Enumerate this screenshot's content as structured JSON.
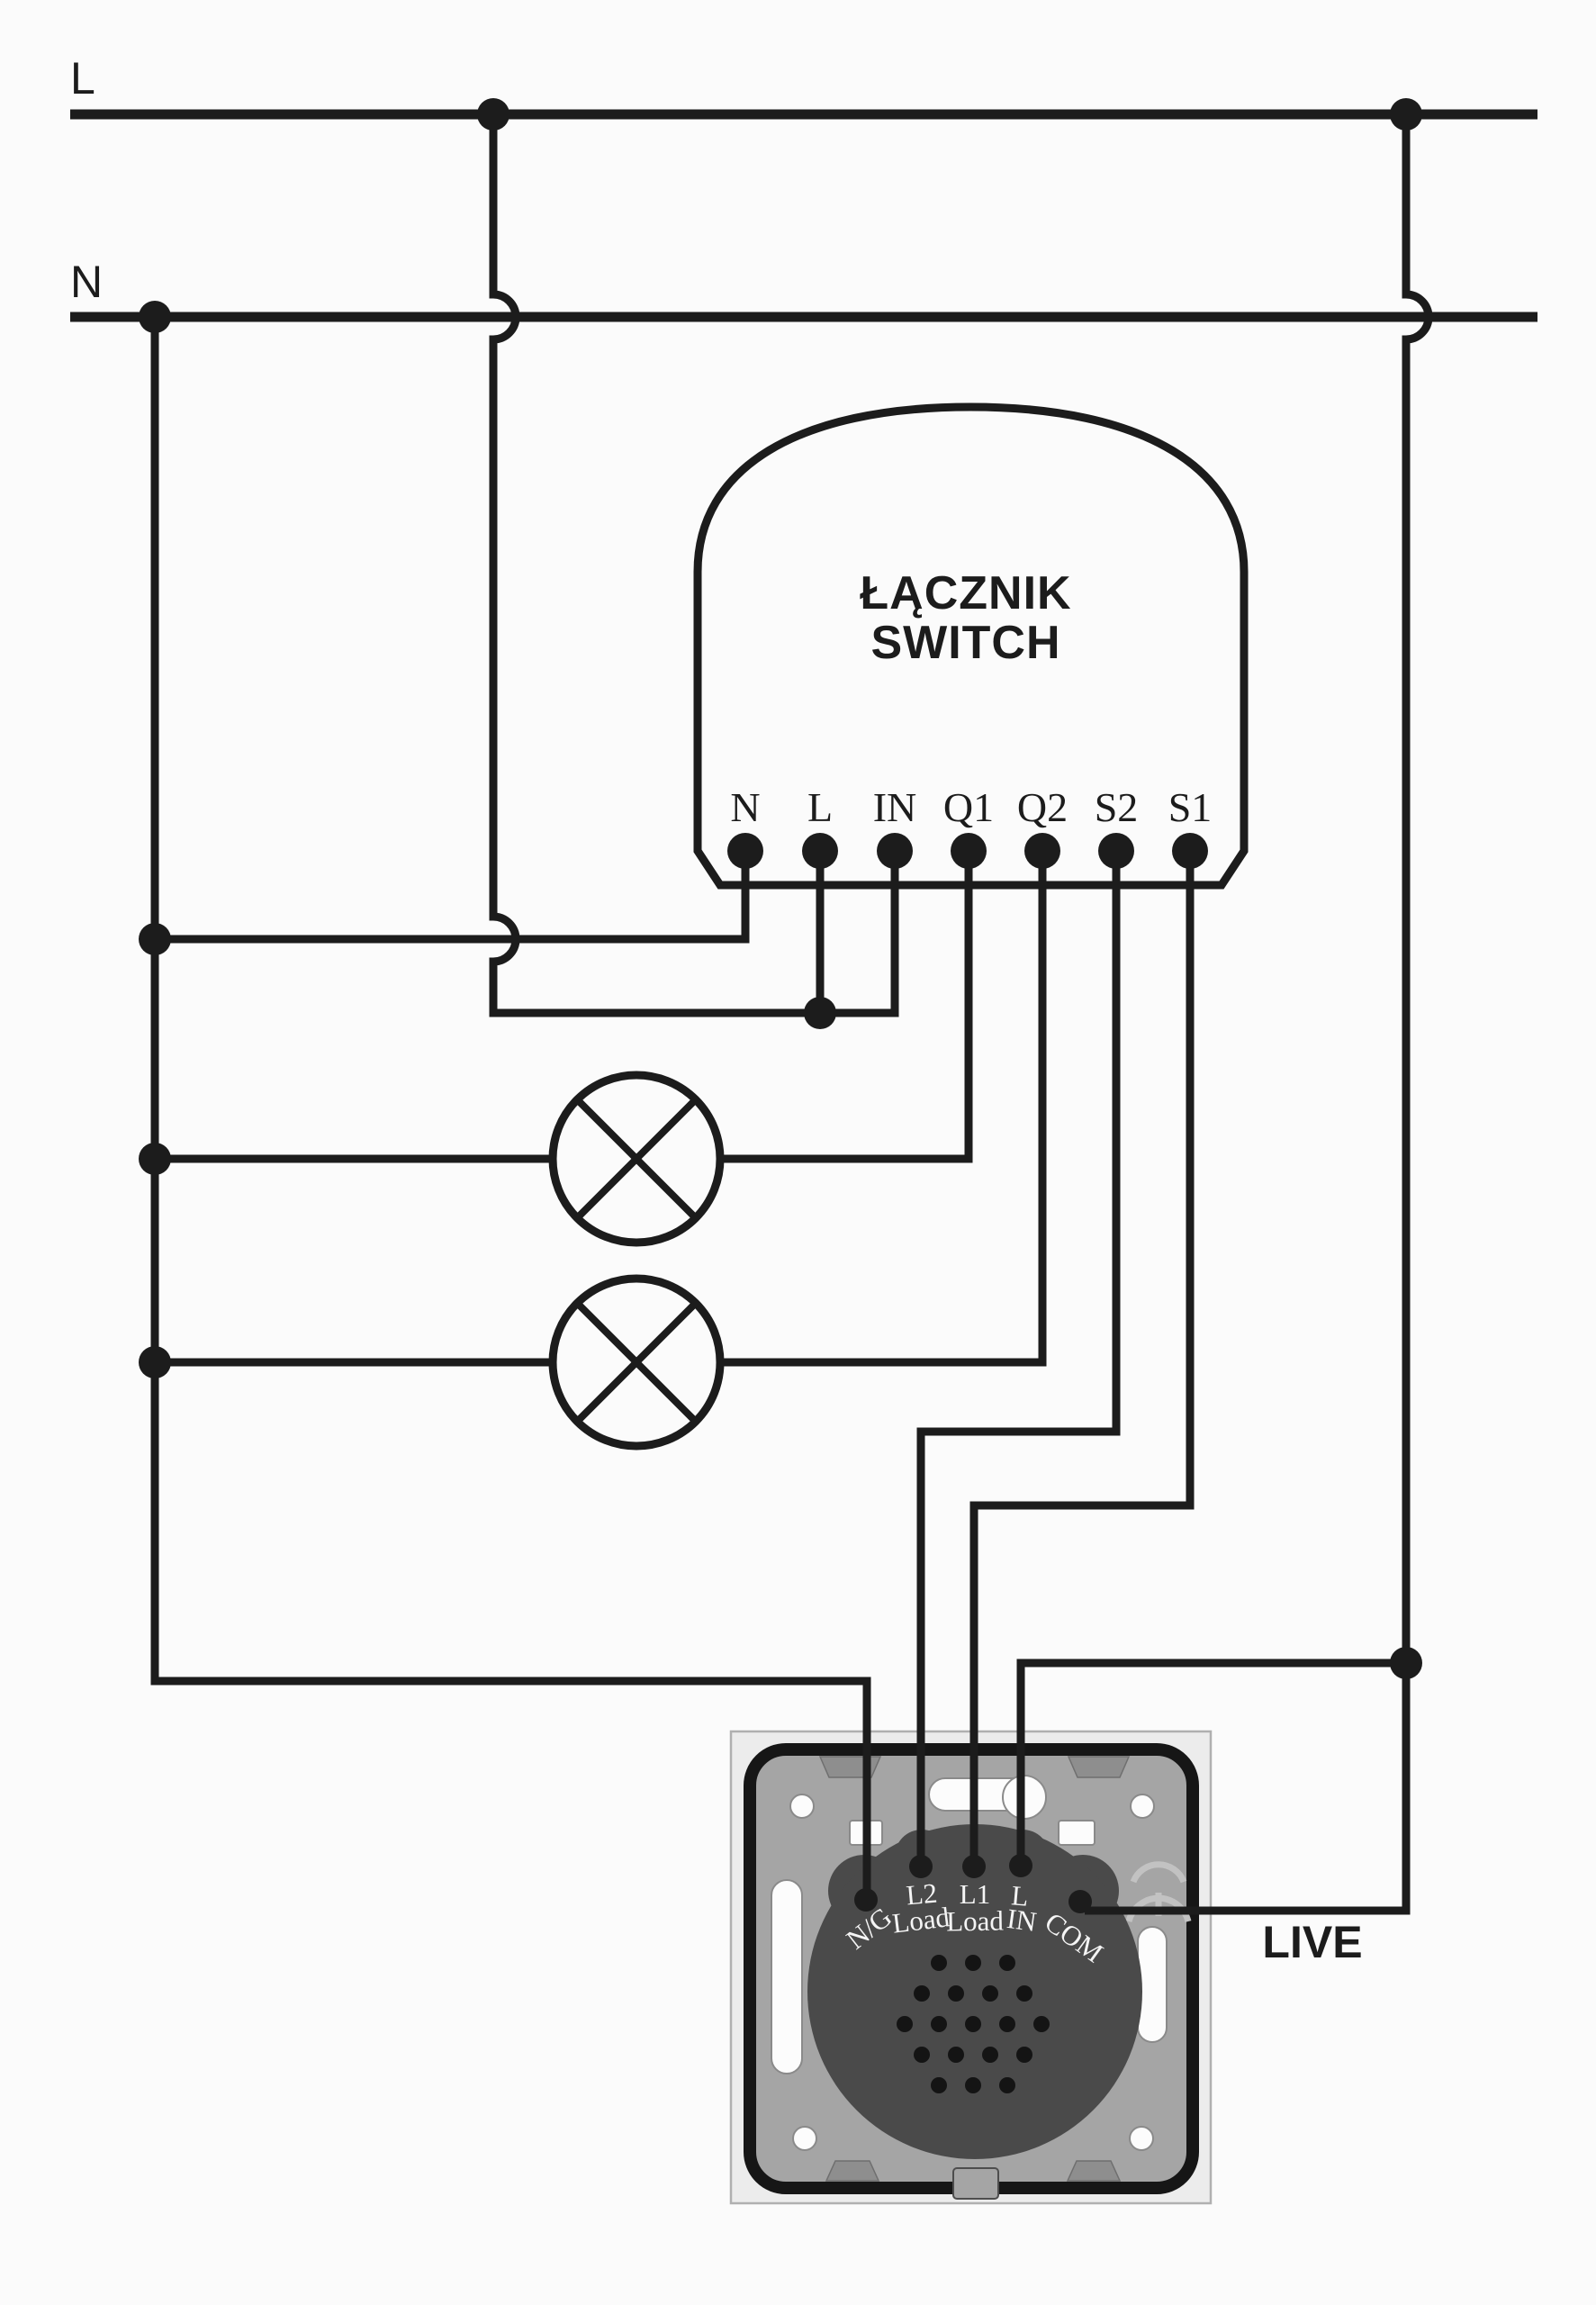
{
  "bus": {
    "live_label": "L",
    "neutral_label": "N"
  },
  "switch_module": {
    "title_line1": "ŁĄCZNIK",
    "title_line2": "SWITCH",
    "terminals": [
      "N",
      "L",
      "IN",
      "Q1",
      "Q2",
      "S2",
      "S1"
    ]
  },
  "touch_panel": {
    "terminals": [
      {
        "label": "N/G"
      },
      {
        "label": "L2",
        "sub": "Load"
      },
      {
        "label": "L1",
        "sub": "Load"
      },
      {
        "label": "L",
        "sub": "IN"
      },
      {
        "label": "COM"
      }
    ]
  },
  "live_label": "LIVE",
  "colors": {
    "line": "#1c1c1c",
    "background": "#fbfbfb",
    "panel_face": "#ececec",
    "mounting_plate": "#a5a5a5",
    "switch_body": "#4a4a4a",
    "cutout": "#fcfcfc"
  }
}
